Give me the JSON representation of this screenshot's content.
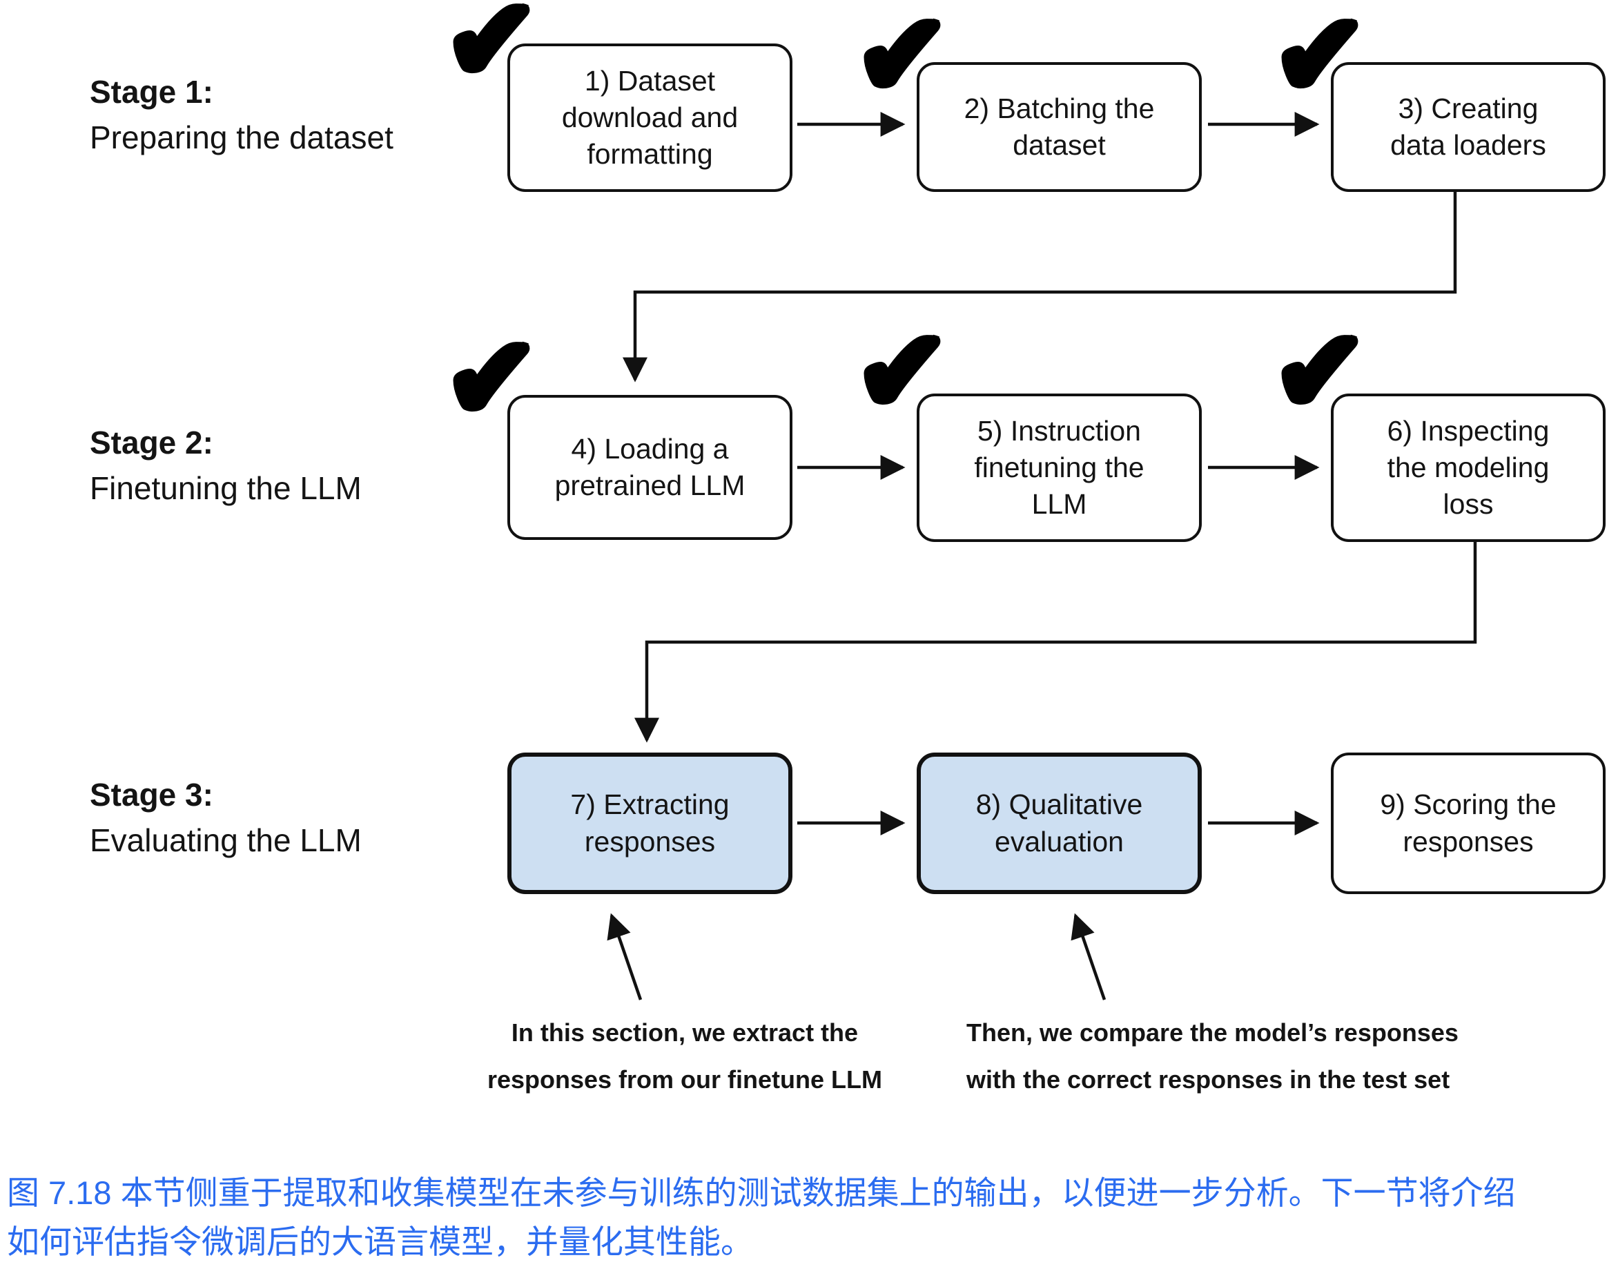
{
  "icons": {
    "check": "✔"
  },
  "colors": {
    "highlight_fill": "#cddff2",
    "box_border": "#111111",
    "caption_blue": "#2b6cf0"
  },
  "stages": [
    {
      "title": "Stage 1:",
      "subtitle": "Preparing the dataset"
    },
    {
      "title": "Stage 2:",
      "subtitle": "Finetuning the LLM"
    },
    {
      "title": "Stage 3:",
      "subtitle": "Evaluating the LLM"
    }
  ],
  "boxes": [
    {
      "label": "1) Dataset\ndownload and\nformatting",
      "checked": true,
      "highlighted": false
    },
    {
      "label": "2) Batching the\ndataset",
      "checked": true,
      "highlighted": false
    },
    {
      "label": "3) Creating\ndata loaders",
      "checked": true,
      "highlighted": false
    },
    {
      "label": "4) Loading a\npretrained LLM",
      "checked": true,
      "highlighted": false
    },
    {
      "label": "5) Instruction\nfinetuning the\nLLM",
      "checked": true,
      "highlighted": false
    },
    {
      "label": "6) Inspecting\nthe modeling\nloss",
      "checked": true,
      "highlighted": false
    },
    {
      "label": "7) Extracting\nresponses",
      "checked": false,
      "highlighted": true
    },
    {
      "label": "8) Qualitative\nevaluation",
      "checked": false,
      "highlighted": true
    },
    {
      "label": "9) Scoring the\nresponses",
      "checked": false,
      "highlighted": false
    }
  ],
  "annotations": [
    {
      "text": "In this section, we extract the\nresponses from our finetune LLM"
    },
    {
      "text": "Then, we compare the model’s responses\nwith the correct responses in the test set"
    }
  ],
  "caption": "图 7.18 本节侧重于提取和收集模型在未参与训练的测试数据集上的输出，以便进一步分析。下一节将介绍\n如何评估指令微调后的大语言模型，并量化其性能。"
}
